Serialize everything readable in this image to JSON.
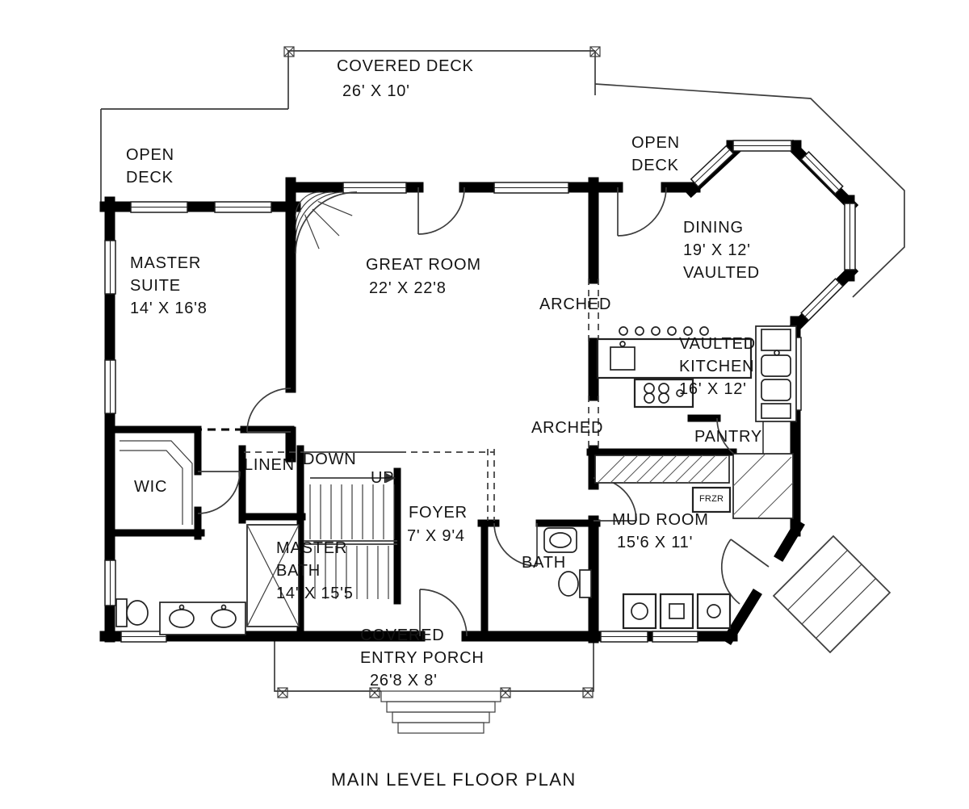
{
  "title": "MAIN LEVEL FLOOR PLAN",
  "labels": {
    "covered_deck": {
      "name": "COVERED DECK",
      "dims": "26' X 10'"
    },
    "open_deck_left": {
      "line1": "OPEN",
      "line2": "DECK"
    },
    "open_deck_right": {
      "line1": "OPEN",
      "line2": "DECK"
    },
    "dining": {
      "name": "DINING",
      "dims": "19' X 12'",
      "note": "VAULTED"
    },
    "master_suite": {
      "line1": "MASTER",
      "line2": "SUITE",
      "dims": "14' X 16'8"
    },
    "great_room": {
      "name": "GREAT ROOM",
      "dims": "22' X 22'8"
    },
    "arched_upper": "ARCHED",
    "kitchen": {
      "line1": "VAULTED",
      "line2": "KITCHEN",
      "dims": "16' X 12'"
    },
    "arched_lower": "ARCHED",
    "pantry": "PANTRY",
    "linen": "LINEN",
    "down": "DOWN",
    "up": "UP",
    "wic": "WIC",
    "foyer": {
      "name": "FOYER",
      "dims": "7' X 9'4"
    },
    "mud_room": {
      "name": "MUD ROOM",
      "dims": "15'6 X 11'"
    },
    "master_bath": {
      "line1": "MASTER",
      "line2": "BATH",
      "dims": "14' X 15'5"
    },
    "bath": "BATH",
    "frzr": "FRZR",
    "entry_porch": {
      "line1": "COVERED",
      "line2": "ENTRY PORCH",
      "dims": "26'8 X 8'"
    }
  },
  "colors": {
    "paper": "#ffffff",
    "wall": "#000000",
    "line": "#3d3d3d",
    "ink": "#141414"
  }
}
